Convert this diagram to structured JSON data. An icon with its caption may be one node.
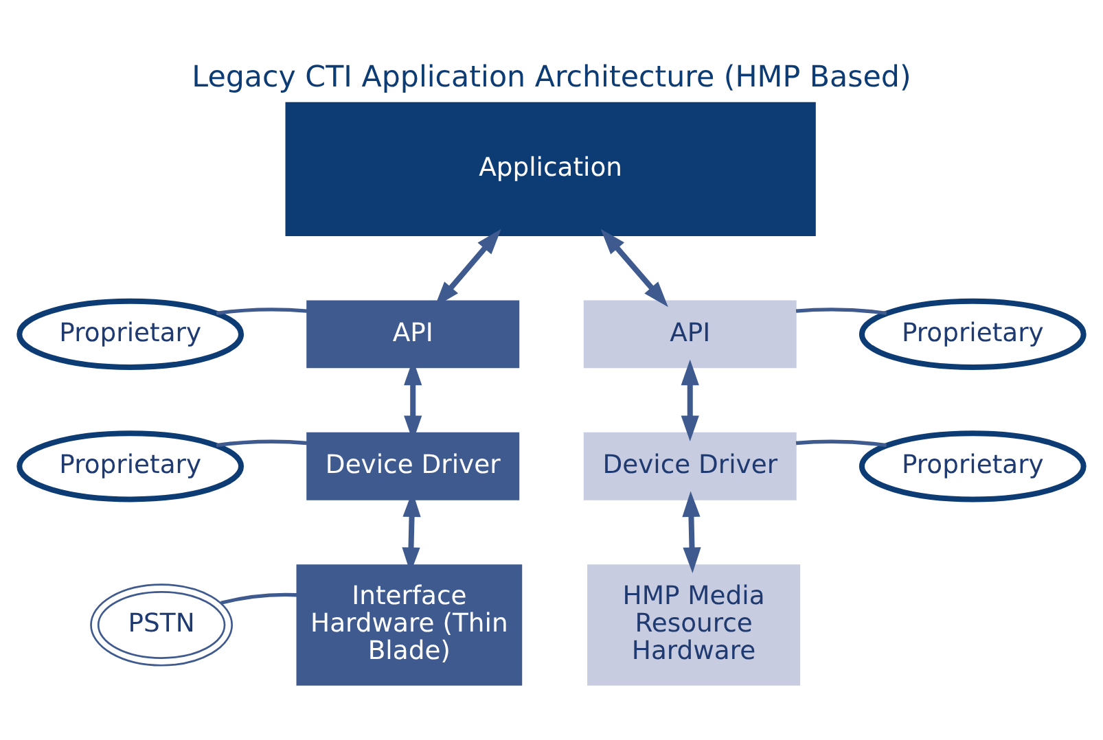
{
  "diagram": {
    "title": "Legacy CTI Application Architecture (HMP Based)",
    "nodes": [
      {
        "text": [
          "Application"
        ]
      },
      {
        "text": [
          "API"
        ]
      },
      {
        "text": [
          "API"
        ]
      },
      {
        "text": [
          "Device Driver"
        ]
      },
      {
        "text": [
          "Device Driver"
        ]
      },
      {
        "text": [
          "Interface Hardware (Thin Blade)"
        ]
      },
      {
        "text": [
          "HMP Media Resource Hardware"
        ]
      },
      {
        "text": [
          "Proprietary"
        ]
      },
      {
        "text": [
          "Proprietary"
        ]
      },
      {
        "text": [
          "Proprietary"
        ]
      },
      {
        "text": [
          "Proprietary"
        ]
      },
      {
        "text": [
          "PSTN"
        ]
      }
    ],
    "edges": [
      {
        "from": 0,
        "to": 1,
        "arrow": "both"
      },
      {
        "from": 0,
        "to": 2,
        "arrow": "both"
      },
      {
        "from": 1,
        "to": 3,
        "arrow": "both"
      },
      {
        "from": 2,
        "to": 4,
        "arrow": "both"
      },
      {
        "from": 3,
        "to": 5,
        "arrow": "both"
      },
      {
        "from": 4,
        "to": 6,
        "arrow": "both"
      },
      {
        "from": 7,
        "to": 1,
        "arrow": "none"
      },
      {
        "from": 8,
        "to": 2,
        "arrow": "none"
      },
      {
        "from": 9,
        "to": 3,
        "arrow": "none"
      },
      {
        "from": 10,
        "to": 4,
        "arrow": "none"
      },
      {
        "from": 11,
        "to": 5,
        "arrow": "none"
      }
    ]
  }
}
